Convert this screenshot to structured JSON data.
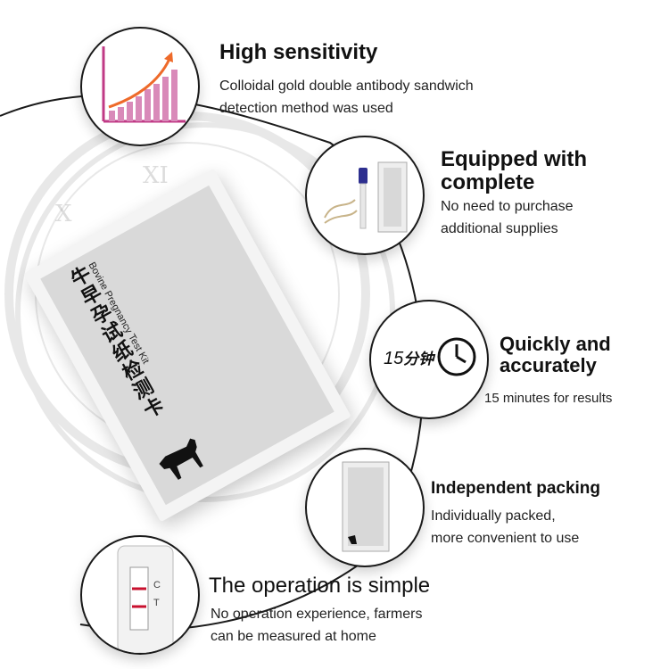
{
  "features": [
    {
      "title": "High sensitivity",
      "desc": [
        "Colloidal gold double antibody sandwich",
        "detection method was used"
      ]
    },
    {
      "title": [
        "Equipped with",
        "complete"
      ],
      "desc": [
        "No need to purchase",
        "additional supplies"
      ]
    },
    {
      "title": [
        "Quickly and",
        "accurately"
      ],
      "desc": [
        "15 minutes for results"
      ]
    },
    {
      "title": "Independent packing",
      "desc": [
        "Individually packed,",
        "more convenient to use"
      ]
    },
    {
      "title": "The operation is simple",
      "desc": [
        "No operation experience, farmers",
        "can be measured at home"
      ]
    }
  ],
  "product": {
    "name_cn": "牛早孕试纸检测卡",
    "name_en": "Bovine Pregnancy Test Kit"
  },
  "timer_badge": {
    "number": "15",
    "unit_cn": "分钟"
  },
  "cassette_marks": {
    "control": "C",
    "test": "T"
  },
  "colors": {
    "accent_pink": "#c03a86",
    "arrow_orange": "#ee6a2a",
    "stripe_red": "#c8102e"
  }
}
